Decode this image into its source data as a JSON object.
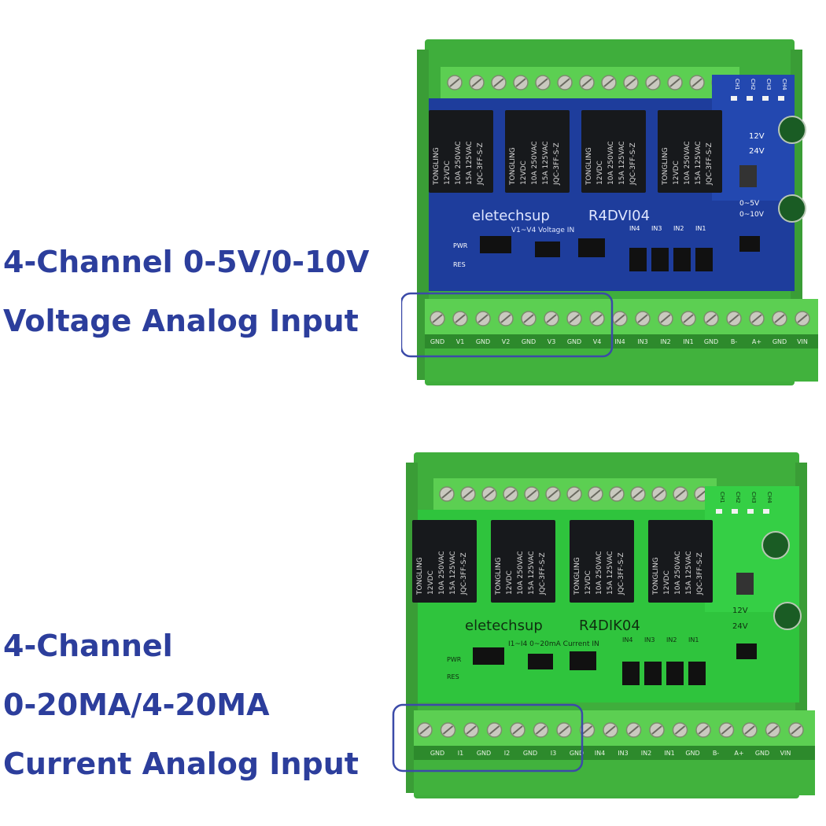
{
  "captions": {
    "top_line1": "4-Channel 0-5V/0-10V",
    "top_line2": "Voltage Analog Input",
    "bottom_line1": "4-Channel",
    "bottom_line2": "0-20MA/4-20MA",
    "bottom_line3": "Current Analog Input"
  },
  "boards": {
    "top": {
      "brand": "eletechsup",
      "model": "R4DVI04",
      "section_label": "V1~V4 Voltage IN",
      "power_options": [
        "12V",
        "24V"
      ],
      "range_options": [
        "0~5V",
        "0~10V"
      ],
      "led_labels": [
        "CH1",
        "CH2",
        "CH3",
        "CH4"
      ],
      "input_labels": [
        "IN4",
        "IN3",
        "IN2",
        "IN1"
      ],
      "side_labels": [
        "PWR",
        "RES"
      ],
      "terminal_labels": [
        "GND",
        "V1",
        "GND",
        "V2",
        "GND",
        "V3",
        "GND",
        "V4",
        "IN4",
        "IN3",
        "IN2",
        "IN1",
        "GND",
        "B-",
        "A+",
        "GND",
        "VIN"
      ]
    },
    "bottom": {
      "brand": "eletechsup",
      "model": "R4DIK04",
      "section_label": "I1~I4   0~20mA Current IN",
      "power_options": [
        "12V",
        "24V"
      ],
      "led_labels": [
        "CH1",
        "CH2",
        "CH3",
        "CH4"
      ],
      "input_labels": [
        "IN4",
        "IN3",
        "IN2",
        "IN1"
      ],
      "side_labels": [
        "PWR",
        "RES"
      ],
      "terminal_labels": [
        "GND",
        "I1",
        "GND",
        "I2",
        "GND",
        "I3",
        "GND",
        "IN4",
        "IN3",
        "IN2",
        "IN1",
        "GND",
        "B-",
        "A+",
        "GND",
        "VIN"
      ]
    },
    "relay_text": {
      "brand": "TONGLING",
      "line1": "12VDC",
      "line2": "10A 250VAC",
      "line3": "15A 125VAC",
      "model": "JQC-3FF-S-Z"
    }
  },
  "colors": {
    "caption": "#2c3e9c",
    "highlight_box": "#3b4aa8",
    "housing": "#4fbf4a",
    "pcb_top": "#1e3d9c",
    "pcb_bottom": "#2fc43d"
  }
}
